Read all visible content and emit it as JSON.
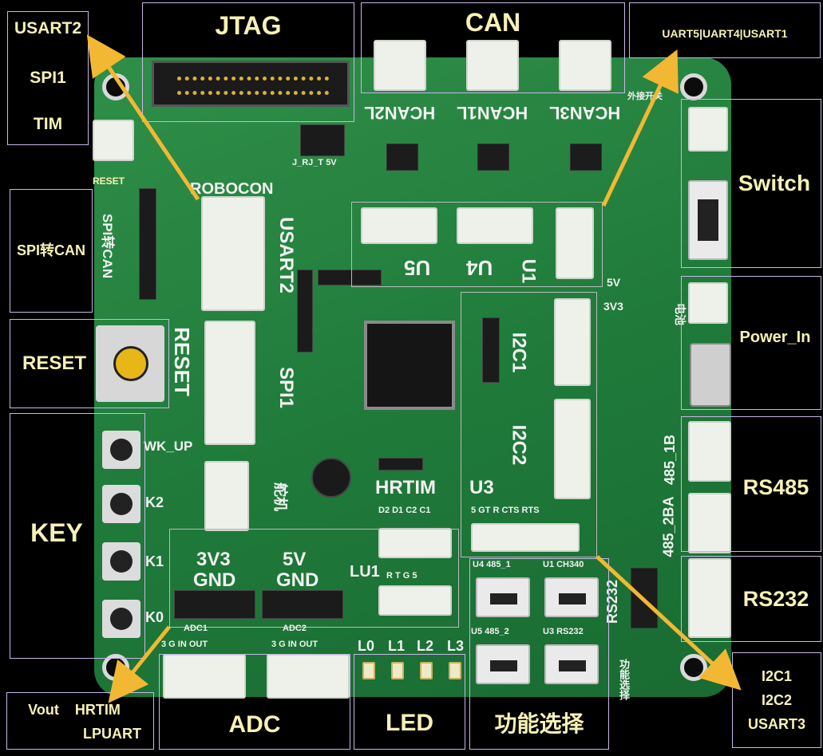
{
  "labels": {
    "jtag": "JTAG",
    "can": "CAN",
    "uart_top": "UART5|UART4|USART1",
    "usart2_block": [
      "USART2",
      "SPI1",
      "TIM"
    ],
    "switch": "Switch",
    "power_in": "Power_In",
    "rs485": "RS485",
    "rs232": "RS232",
    "i2c_block": [
      "I2C1",
      "I2C2",
      "USART3"
    ],
    "spi_can": "SPI转CAN",
    "reset": "RESET",
    "key": "KEY",
    "vout_block": [
      "Vout    HRTIM",
      "LPUART"
    ],
    "adc": "ADC",
    "led": "LED",
    "function_select": "功能选择"
  },
  "silkscreen": {
    "reset_small": "RESET",
    "reset_big": "RESET",
    "robocon": "ROBOCON",
    "usart2": "USART2",
    "spi1": "SPI1",
    "spi_to_can": "SPI转CAN",
    "hcan2l": "HCAN2L",
    "hcan1l": "HCAN1L",
    "hcan3l": "HCAN3L",
    "jrjt": "J_RJ_T 5V",
    "u5": "U5",
    "u4": "U4",
    "u1": "U1",
    "i2c1": "I2C1",
    "i2c2": "I2C2",
    "hrtim": "HRTIM",
    "hrtim_pins": "D2 D1 C2 C1",
    "u3": "U3",
    "u3_pins": "5 GT R CTS RTS",
    "lu1": "LU1",
    "lu1_pins": "R T G 5",
    "v3v3": "3V3",
    "v5": "5V",
    "gnd1": "GND",
    "gnd2": "GND",
    "adc1": "ADC1",
    "adc2": "ADC2",
    "adc_pins": "3 G IN OUT",
    "led_names": [
      "L0",
      "L1",
      "L2",
      "L3"
    ],
    "wk_up": "WK_UP",
    "k2": "K2",
    "k1": "K1",
    "k0": "K0",
    "mode_485_1": "U4  485_1",
    "mode_ch340": "U1 CH340",
    "mode_485_2": "U5  485_2",
    "mode_rs232": "U3 RS232",
    "rs232_side": "RS232",
    "rs485_1b": "485_1B",
    "rs485_2ba": "485_2BA",
    "power_5v": "5V",
    "power_3v3": "3V3",
    "battery": "电池",
    "ext_switch": "外接开关",
    "servo": "舵机",
    "func_sel": "功能选择"
  },
  "colors": {
    "board": "#1f7a3a",
    "label": "#f7f1b5",
    "box": "#c9b6e8",
    "arrow": "#f2b833"
  }
}
